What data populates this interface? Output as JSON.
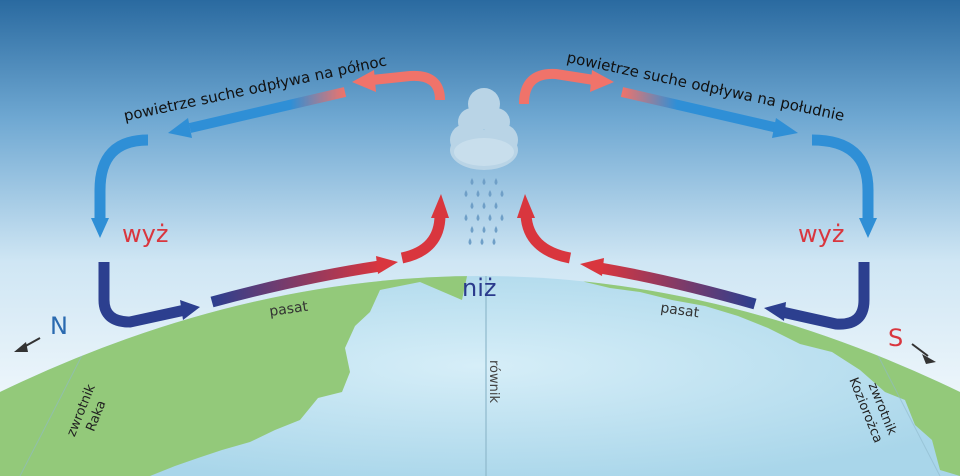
{
  "labels": {
    "dry_north": "powietrze suche odpływa na północ",
    "dry_south": "powietrze suche odpływa na południe",
    "high_left": "wyż",
    "high_right": "wyż",
    "low": "niż",
    "trade_left": "pasat",
    "trade_right": "pasat",
    "equator": "równik",
    "north": "N",
    "south": "S",
    "tropic_cancer_line1": "zwrotnik",
    "tropic_cancer_line2": "Raka",
    "tropic_capricorn_line1": "zwrotnik",
    "tropic_capricorn_line2": "Koziorożca"
  },
  "colors": {
    "sky_top": "#2a6aa0",
    "sky_bottom": "#ffffff",
    "ocean": "#bfe3f1",
    "land": "#93c97a",
    "arrow_blue": "#2f8fd6",
    "arrow_dark_blue": "#2c3f8f",
    "arrow_red": "#d9363e",
    "arrow_salmon": "#f0736a",
    "label_red": "#d9363e",
    "label_blue": "#2a3a8c",
    "cloud": "#b9d4e6",
    "rain": "#6f9fc7"
  }
}
